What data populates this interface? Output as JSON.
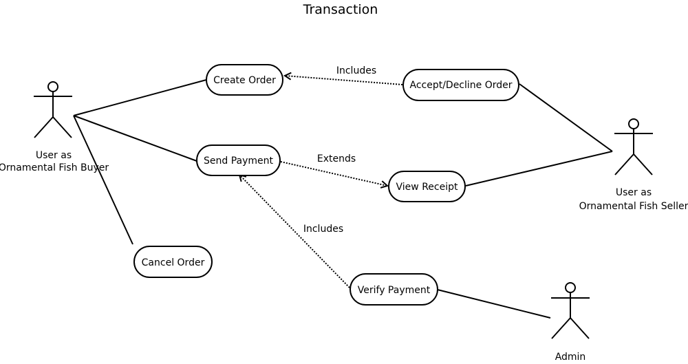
{
  "title": "Transaction",
  "actors": {
    "buyer": {
      "line1": "User as",
      "line2": "Ornamental Fish Buyer"
    },
    "seller": {
      "line1": "User as",
      "line2": "Ornamental Fish Seller"
    },
    "admin": {
      "line1": "Admin"
    }
  },
  "use_cases": {
    "create_order": "Create Order",
    "accept_decline_order": "Accept/Decline Order",
    "send_payment": "Send Payment",
    "view_receipt": "View Receipt",
    "cancel_order": "Cancel Order",
    "verify_payment": "Verify Payment"
  },
  "relationships": {
    "accept_to_create": "Includes",
    "send_to_view": "Extends",
    "verify_to_send": "Includes"
  }
}
